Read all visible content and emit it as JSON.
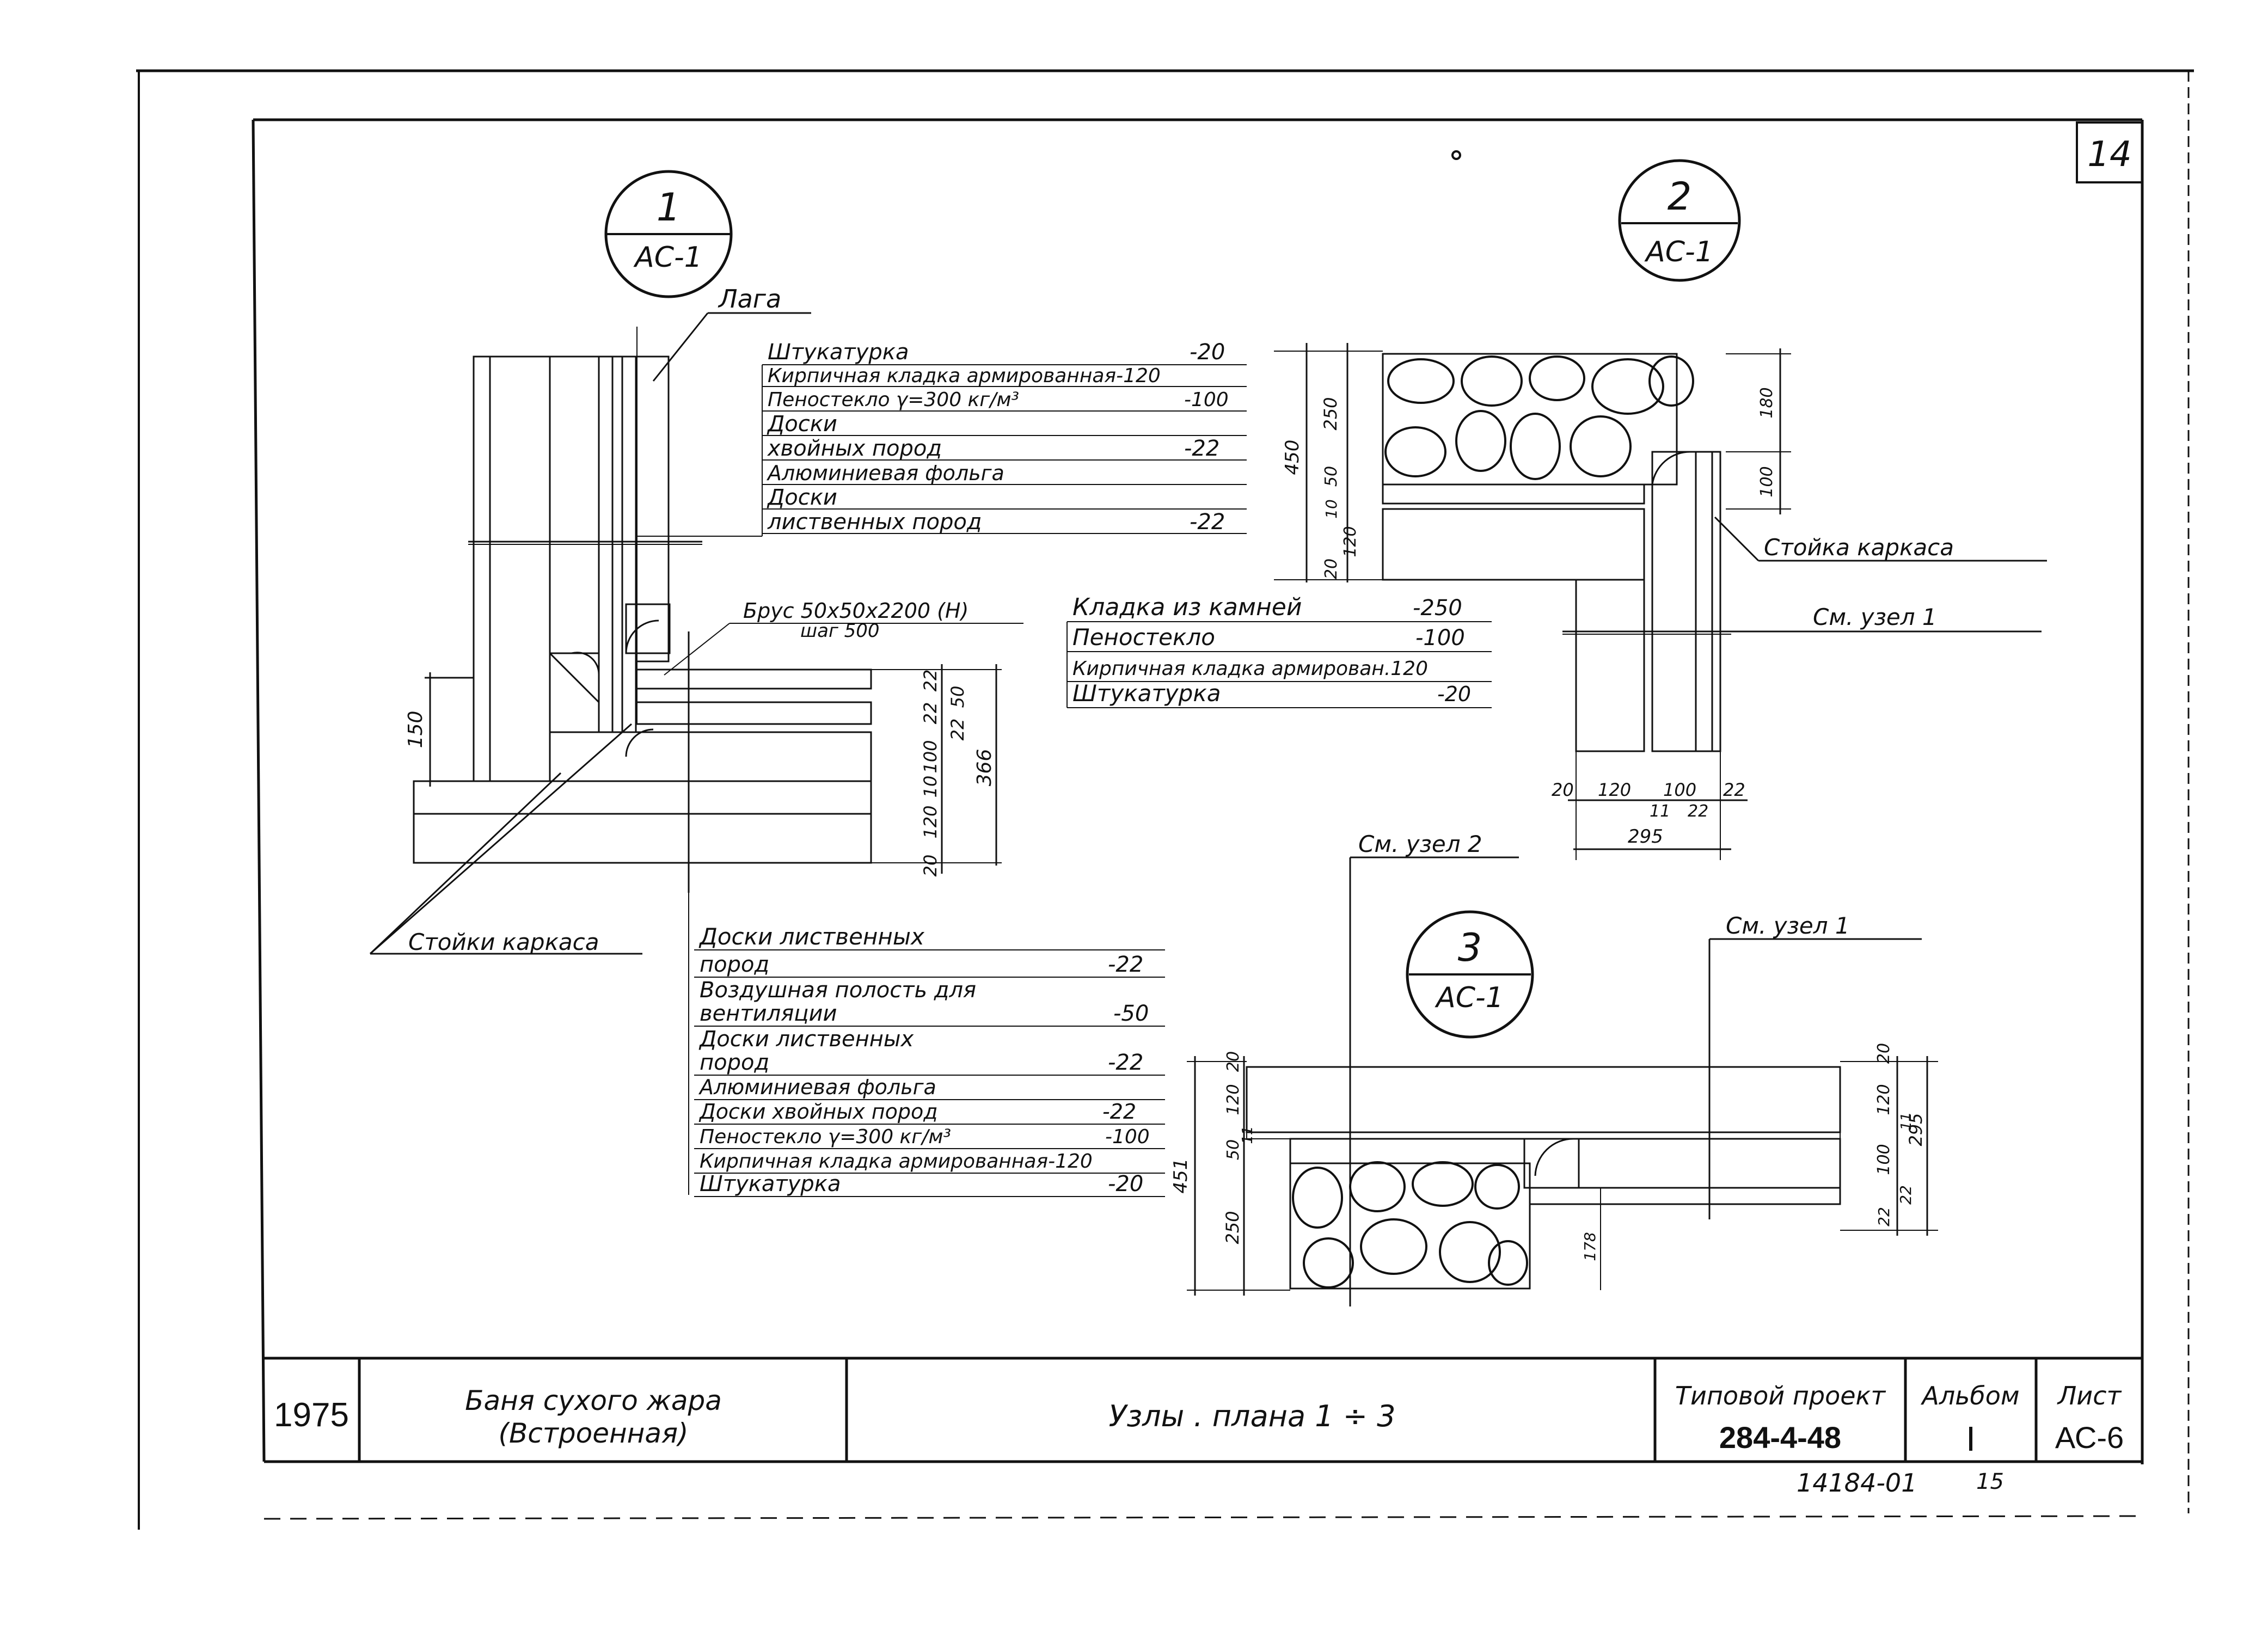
{
  "sheet_corner_number": "14",
  "node1": {
    "marker_top": "1",
    "marker_bottom": "АС-1",
    "label_laga": "Лага",
    "layers_top": [
      {
        "name": "Штукатурка",
        "value": "-20"
      },
      {
        "name": "Кирпичная кладка армированная-120",
        "value": ""
      },
      {
        "name": "Пеностекло  γ=300 кг/м³",
        "value": "-100"
      },
      {
        "name": "Доски",
        "value": ""
      },
      {
        "name": "хвойных  пород",
        "value": "-22"
      },
      {
        "name": "Алюминиевая  фольга",
        "value": ""
      },
      {
        "name": "Доски",
        "value": ""
      },
      {
        "name": "лиственных  пород",
        "value": "-22"
      }
    ],
    "brus_line1": "Брус 50х50х2200 (Н)",
    "brus_line2": "шаг 500",
    "dim_150": "150",
    "dims_right": [
      "22",
      "22",
      "22",
      "50",
      "100",
      "10",
      "120",
      "20"
    ],
    "dim_total": "366",
    "label_stoiki": "Стойки каркаса",
    "layers_bottom": [
      {
        "name": "Доски   лиственных",
        "value": ""
      },
      {
        "name": "пород",
        "value": "-22"
      },
      {
        "name": "Воздушная полость для",
        "value": ""
      },
      {
        "name": "вентиляции",
        "value": "-50"
      },
      {
        "name": "Доски лиственных",
        "value": ""
      },
      {
        "name": "пород",
        "value": "-22"
      },
      {
        "name": "Алюминиевая фольга",
        "value": ""
      },
      {
        "name": "Доски хвойных пород",
        "value": "-22"
      },
      {
        "name": "Пеностекло  γ=300 кг/м³",
        "value": "-100"
      },
      {
        "name": "Кирпичная кладка армированная-120",
        "value": ""
      },
      {
        "name": "Штукатурка",
        "value": "-20"
      }
    ]
  },
  "node2": {
    "marker_top": "2",
    "marker_bottom": "АС-1",
    "dims_left": [
      "250",
      "50",
      "10",
      "120",
      "20"
    ],
    "dim_left_total": "450",
    "dims_right": [
      "180",
      "100"
    ],
    "label_stoika": "Стойка каркаса",
    "label_uzel1": "См. узел 1",
    "layers": [
      {
        "name": "Кладка из камней",
        "value": "-250"
      },
      {
        "name": "Пеностекло",
        "value": "-100"
      },
      {
        "name": "Кирпичная кладка армирован.120",
        "value": ""
      },
      {
        "name": "Штукатурка",
        "value": "-20"
      }
    ],
    "dims_bottom": [
      "20",
      "120",
      "11",
      "100",
      "22",
      "22"
    ],
    "dim_bottom_total": "295"
  },
  "node3": {
    "marker_top": "3",
    "marker_bottom": "АС-1",
    "label_uzel2": "См. узел 2",
    "label_uzel1": "См. узел 1",
    "dims_left": [
      "20",
      "120",
      "11",
      "50",
      "250"
    ],
    "dim_left_total": "451",
    "dims_right": [
      "20",
      "120",
      "11",
      "100",
      "22",
      "22"
    ],
    "dim_right_total": "295",
    "dim_178": "178"
  },
  "title_block": {
    "year": "1975",
    "name_line1": "Баня  сухого  жара",
    "name_line2": "(Встроенная)",
    "sheet_title": "Узлы  .  плана    1 ÷ 3",
    "project_label": "Типовой проект",
    "project_number": "284-4-48",
    "album_label": "Альбом",
    "album_value": "I",
    "sheet_label": "Лист",
    "sheet_value": "АС-6"
  },
  "archive_number": "14184-01",
  "archive_page": "15"
}
